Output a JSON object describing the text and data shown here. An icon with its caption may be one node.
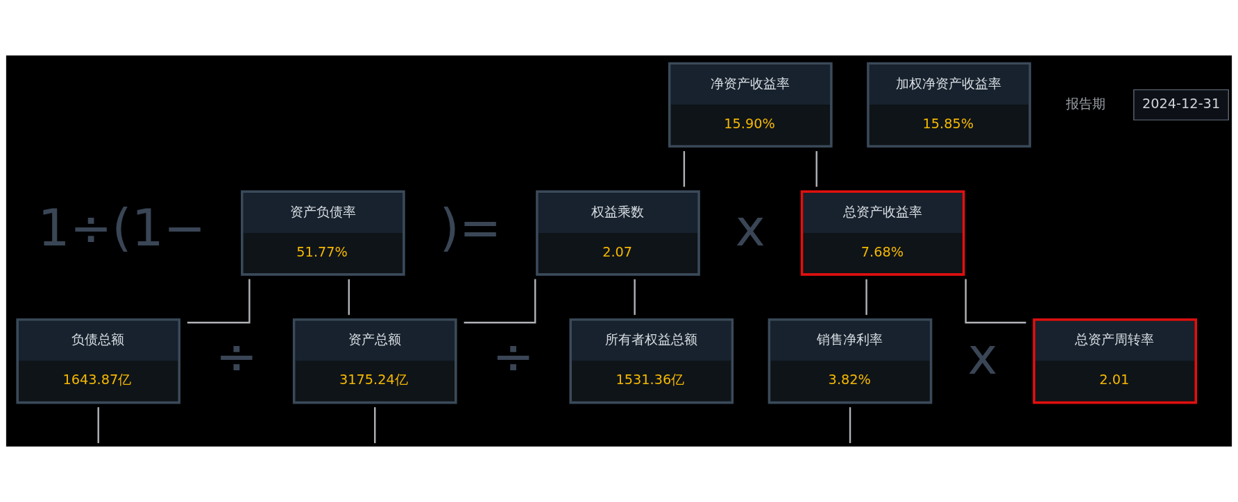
{
  "diagram": {
    "nodes": [
      {
        "text": [
          "净资产收益率",
          "15.90%"
        ]
      },
      {
        "text": [
          "加权净资产收益率",
          "15.85%"
        ]
      },
      {
        "text": [
          "资产负债率",
          "51.77%"
        ]
      },
      {
        "text": [
          "权益乘数",
          "2.07"
        ]
      },
      {
        "text": [
          "总资产收益率",
          "7.68%"
        ]
      },
      {
        "text": [
          "负债总额",
          "1643.87亿"
        ]
      },
      {
        "text": [
          "资产总额",
          "3175.24亿"
        ]
      },
      {
        "text": [
          "所有者权益总额",
          "1531.36亿"
        ]
      },
      {
        "text": [
          "销售净利率",
          "3.82%"
        ]
      },
      {
        "text": [
          "总资产周转率",
          "2.01"
        ]
      }
    ],
    "edges": [
      {
        "from": 0,
        "to": 3,
        "arrow": "none"
      },
      {
        "from": 0,
        "to": 4,
        "arrow": "none"
      },
      {
        "from": 2,
        "to": 5,
        "arrow": "none"
      },
      {
        "from": 2,
        "to": 6,
        "arrow": "none"
      },
      {
        "from": 3,
        "to": 6,
        "arrow": "none"
      },
      {
        "from": 3,
        "to": 7,
        "arrow": "none"
      },
      {
        "from": 4,
        "to": 8,
        "arrow": "none"
      },
      {
        "from": 4,
        "to": 9,
        "arrow": "none"
      },
      {
        "from": 5,
        "to": null,
        "arrow": "none"
      },
      {
        "from": 6,
        "to": null,
        "arrow": "none"
      },
      {
        "from": 8,
        "to": null,
        "arrow": "none"
      }
    ],
    "labels": [
      "报告期",
      "2024-12-31",
      "1÷(1−",
      ")=",
      "x",
      "÷",
      "÷",
      "x"
    ]
  }
}
